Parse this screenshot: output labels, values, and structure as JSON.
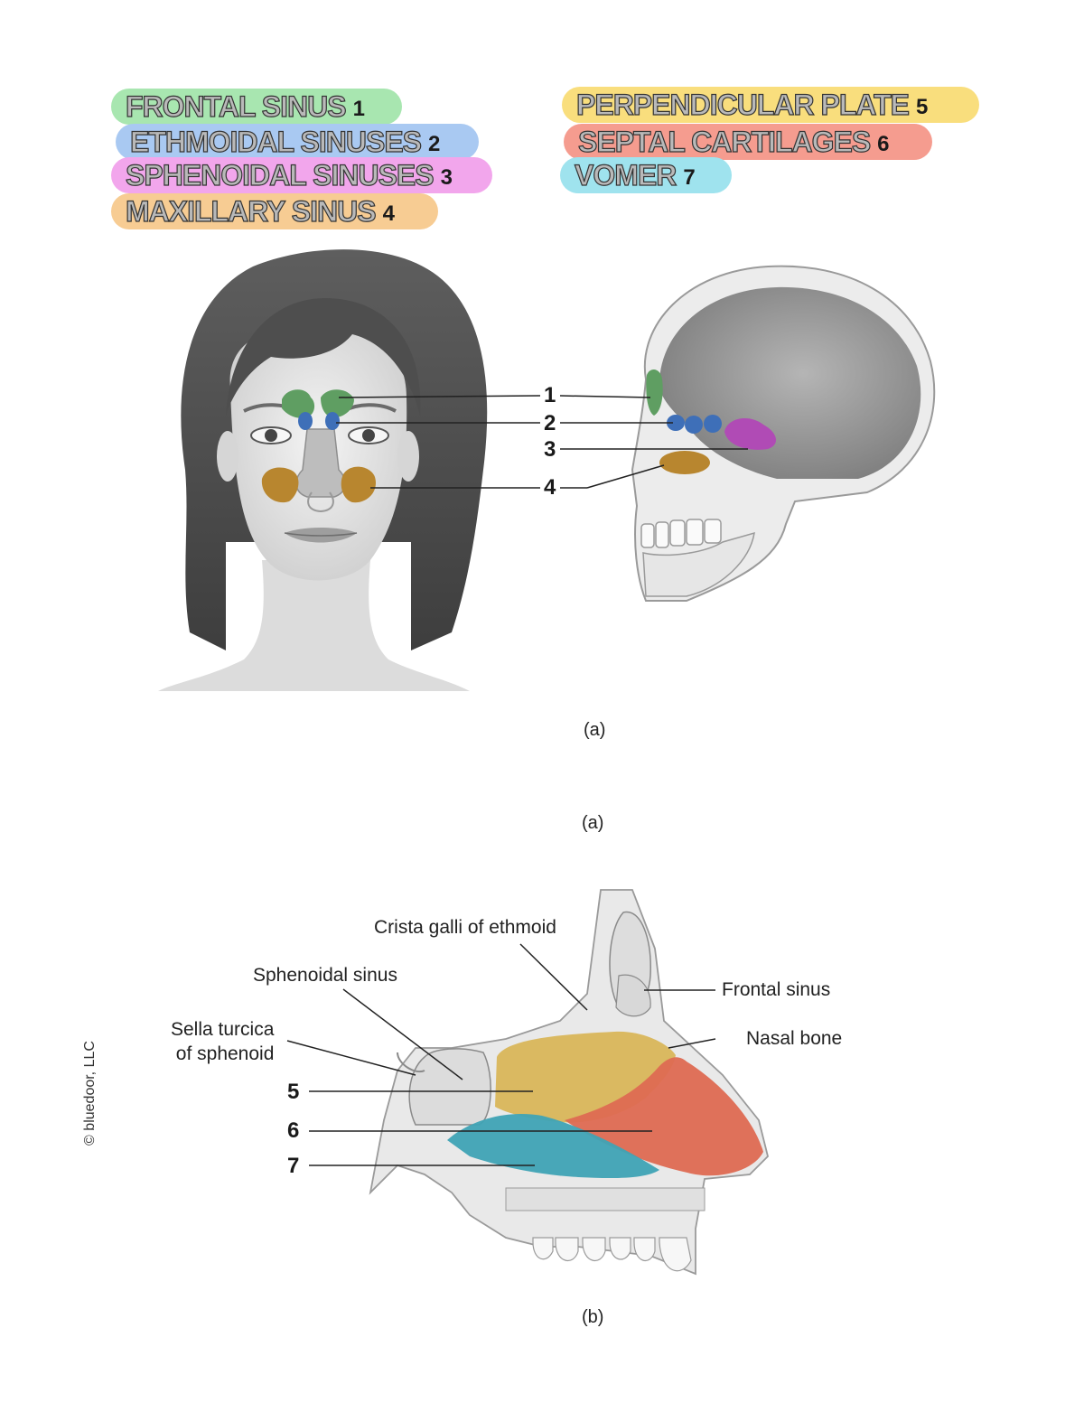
{
  "legend_left": [
    {
      "name": "FRONTAL SINUS",
      "num": "1",
      "color": "#a8e6b0"
    },
    {
      "name": "ETHMOIDAL SINUSES",
      "num": "2",
      "color": "#a9c9f2"
    },
    {
      "name": "SPHENOIDAL SINUSES",
      "num": "3",
      "color": "#f2a6ec"
    },
    {
      "name": "MAXILLARY SINUS",
      "num": "4",
      "color": "#f7cc93"
    }
  ],
  "legend_right": [
    {
      "name": "PERPENDICULAR PLATE",
      "num": "5",
      "color": "#f9de7d"
    },
    {
      "name": "SEPTAL CARTILAGES",
      "num": "6",
      "color": "#f59c8f"
    },
    {
      "name": "VOMER",
      "num": "7",
      "color": "#9fe3ee"
    }
  ],
  "figure_a": {
    "numbers": [
      "1",
      "2",
      "3",
      "4"
    ],
    "caption_1": "(a)",
    "caption_2": "(a)",
    "region_colors": {
      "frontal": "#5f9e62",
      "ethmoidal": "#3e6fb8",
      "sphenoidal": "#b04bb5",
      "maxillary": "#b8862f"
    }
  },
  "figure_b": {
    "labels": {
      "crista_galli": "Crista galli of ethmoid",
      "sphenoidal_sinus": "Sphenoidal sinus",
      "sella_turcica_line1": "Sella turcica",
      "sella_turcica_line2": "of sphenoid",
      "frontal_sinus": "Frontal sinus",
      "nasal_bone": "Nasal bone"
    },
    "numbers": [
      "5",
      "6",
      "7"
    ],
    "caption": "(b)",
    "region_colors": {
      "perpendicular_plate": "#d9b65a",
      "septal_cartilages": "#de6a52",
      "vomer": "#3fa3b5"
    }
  },
  "copyright": "© bluedoor, LLC"
}
